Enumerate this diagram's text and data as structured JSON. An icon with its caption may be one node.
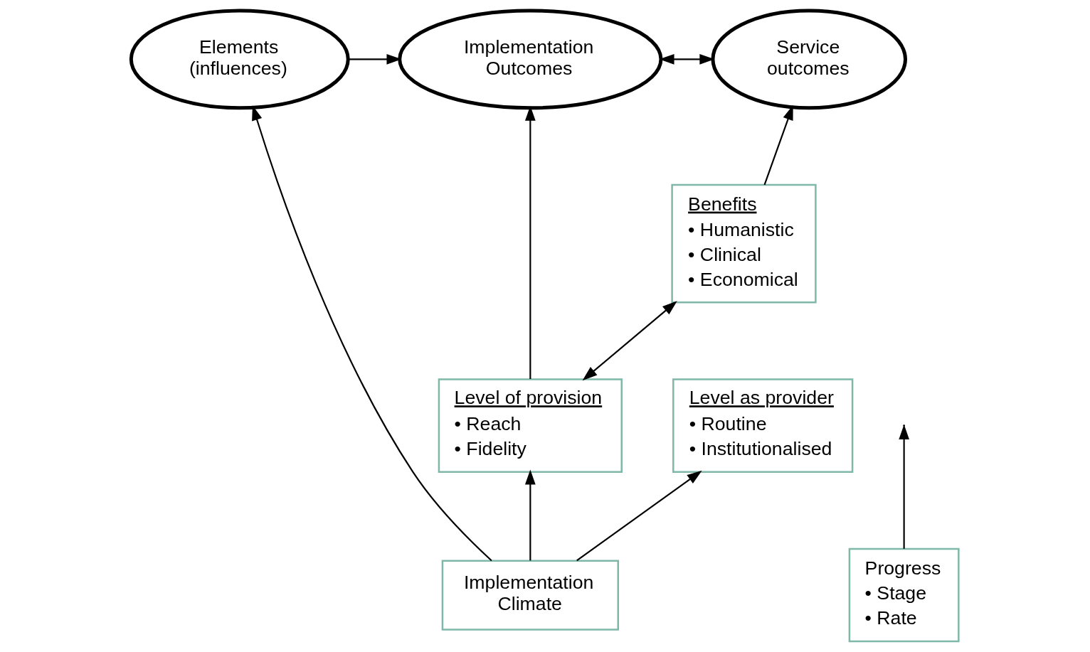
{
  "diagram": {
    "nodes": [
      {
        "text": [
          "Elements (influences)"
        ]
      },
      {
        "text": [
          "Implementation Outcomes"
        ]
      },
      {
        "text": [
          "Service outcomes"
        ]
      },
      {
        "text": [
          "Progress",
          "• Stage",
          "• Rate"
        ]
      },
      {
        "text": [
          "Level of provision",
          "• Reach",
          "• Fidelity"
        ]
      },
      {
        "text": [
          "Benefits",
          "• Humanistic",
          "• Clinical",
          "• Economical"
        ]
      },
      {
        "text": [
          "Implementation Climate"
        ]
      },
      {
        "text": [
          "Level as provider",
          "• Routine",
          "• Institutionalised"
        ]
      }
    ],
    "edges": [
      {
        "from": 0,
        "to": 1,
        "arrow": "to"
      },
      {
        "from": 1,
        "to": 2,
        "arrow": "both"
      },
      {
        "from": 6,
        "to": 0,
        "arrow": "to"
      },
      {
        "from": 3,
        "to": null,
        "arrow": "to"
      },
      {
        "from": 4,
        "to": 1,
        "arrow": "to"
      },
      {
        "from": 5,
        "to": 2,
        "arrow": "to"
      },
      {
        "from": 6,
        "to": 4,
        "arrow": "to"
      },
      {
        "from": 6,
        "to": 7,
        "arrow": "to"
      },
      {
        "from": 4,
        "to": 5,
        "arrow": "both"
      }
    ]
  }
}
